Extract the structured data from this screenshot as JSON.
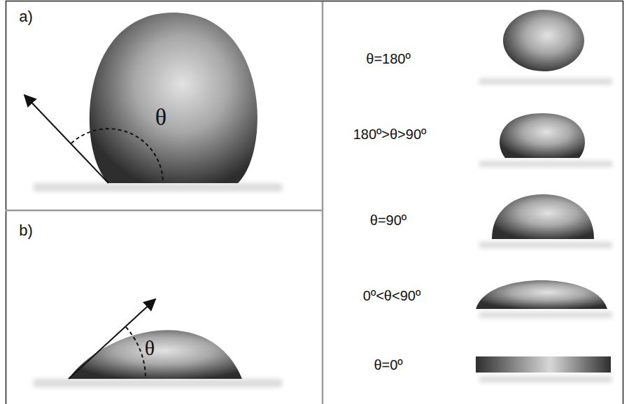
{
  "diagram": {
    "labels": [
      "a)",
      "θ",
      "b)",
      "θ",
      "θ=180º",
      "180º>θ>90º",
      "θ=90º",
      "0º<θ<90º",
      "θ=0º"
    ]
  }
}
